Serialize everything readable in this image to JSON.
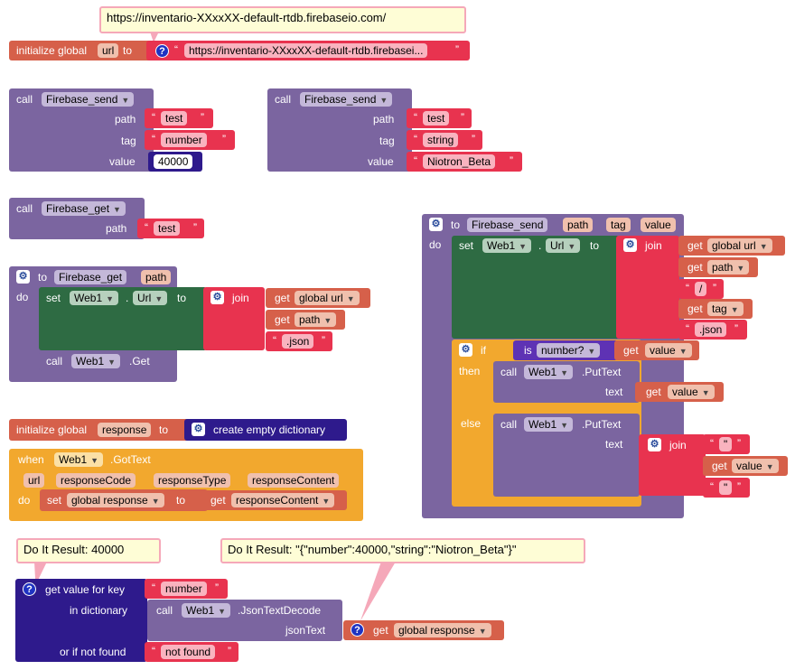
{
  "url_bubble": "https://inventario-XXxxXX-default-rtdb.firebaseio.com/",
  "init_url": {
    "prefix": "initialize global",
    "var": "url",
    "to": "to",
    "value": "https://inventario-XXxxXX-default-rtdb.firebasei..."
  },
  "call_send_1": {
    "call": "call",
    "proc": "Firebase_send",
    "path_label": "path",
    "tag_label": "tag",
    "value_label": "value",
    "path": "test",
    "tag": "number",
    "value": "40000"
  },
  "call_send_2": {
    "call": "call",
    "proc": "Firebase_send",
    "path_label": "path",
    "tag_label": "tag",
    "value_label": "value",
    "path": "test",
    "tag": "string",
    "value": "Niotron_Beta"
  },
  "call_get": {
    "call": "call",
    "proc": "Firebase_get",
    "path_label": "path",
    "path": "test"
  },
  "def_get": {
    "to": "to",
    "name": "Firebase_get",
    "param": "path",
    "do": "do",
    "set": "set",
    "comp": "Web1",
    "prop": "Url",
    "to2": "to",
    "join": "join",
    "get1": "get",
    "get1_var": "global url",
    "get2": "get",
    "get2_var": "path",
    "text3": ".json",
    "call": "call",
    "call_comp": "Web1",
    "call_method": ".Get"
  },
  "init_response": {
    "prefix": "initialize global",
    "var": "response",
    "to": "to",
    "create": "create empty dictionary"
  },
  "when_gottext": {
    "when": "when",
    "comp": "Web1",
    "event": ".GotText",
    "params": [
      "url",
      "responseCode",
      "responseType",
      "responseContent"
    ],
    "do": "do",
    "set": "set",
    "set_var": "global response",
    "to": "to",
    "get": "get",
    "get_var": "responseContent"
  },
  "def_send": {
    "to": "to",
    "name": "Firebase_send",
    "params": [
      "path",
      "tag",
      "value"
    ],
    "do": "do",
    "set": "set",
    "comp": "Web1",
    "prop": "Url",
    "to2": "to",
    "join": "join",
    "j1": "global url",
    "j2": "path",
    "j3": "/",
    "j4": "tag",
    "j5": ".json",
    "get": "get",
    "if": "if",
    "is": "is",
    "is_type": "number?",
    "get_value": "value",
    "then": "then",
    "else": "else",
    "call": "call",
    "put_comp": "Web1",
    "put_method": ".PutText",
    "text_label": "text",
    "then_get": "value",
    "else_join": "join",
    "q1": "\"",
    "else_get": "value",
    "q2": "\""
  },
  "result_1": "Do It Result: 40000",
  "result_2": "Do It Result: \"{\"number\":40000,\"string\":\"Niotron_Beta\"}\"",
  "dict_block": {
    "get_value": "get value for key",
    "key": "number",
    "in_dict": "in dictionary",
    "call": "call",
    "comp": "Web1",
    "method": ".JsonTextDecode",
    "json_label": "jsonText",
    "get": "get",
    "get_var": "global response",
    "not_found_label": "or if not found",
    "not_found": "not found"
  },
  "colors": {
    "procedure": "#7b65a0",
    "variable": "#d6604a",
    "component": "#2e6b43",
    "text": "#e8334f",
    "control": "#f2a82e",
    "dictionary": "#2e1a8c"
  }
}
